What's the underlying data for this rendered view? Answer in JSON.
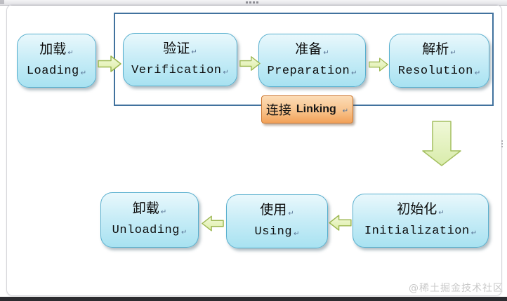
{
  "diagram": {
    "title_implicit": "JVM class loading lifecycle",
    "return_mark": "↵",
    "top_row": [
      {
        "zh": "加载",
        "en": "Loading"
      },
      {
        "zh": "验证",
        "en": "Verification"
      },
      {
        "zh": "准备",
        "en": "Preparation"
      },
      {
        "zh": "解析",
        "en": "Resolution"
      }
    ],
    "linking": {
      "zh": "连接",
      "en": "Linking"
    },
    "bottom_row": [
      {
        "zh": "初始化",
        "en": "Initialization"
      },
      {
        "zh": "使用",
        "en": "Using"
      },
      {
        "zh": "卸载",
        "en": "Unloading"
      }
    ]
  },
  "watermark": "@稀土掘金技术社区",
  "colors": {
    "phase_box_fill_top": "#e9f8fc",
    "phase_box_fill_bottom": "#a8e2f1",
    "phase_box_border": "#58afce",
    "group_rect_border": "#41729e",
    "arrow_fill_top": "#f3fadc",
    "arrow_fill_bottom": "#dceda4",
    "arrow_border": "#9cb751",
    "linking_fill_top": "#fcdcb6",
    "linking_fill_bottom": "#f2a158",
    "linking_border": "#ce7a33",
    "watermark_color": "#c8c8c8",
    "bottom_band": "#2c2c30"
  }
}
